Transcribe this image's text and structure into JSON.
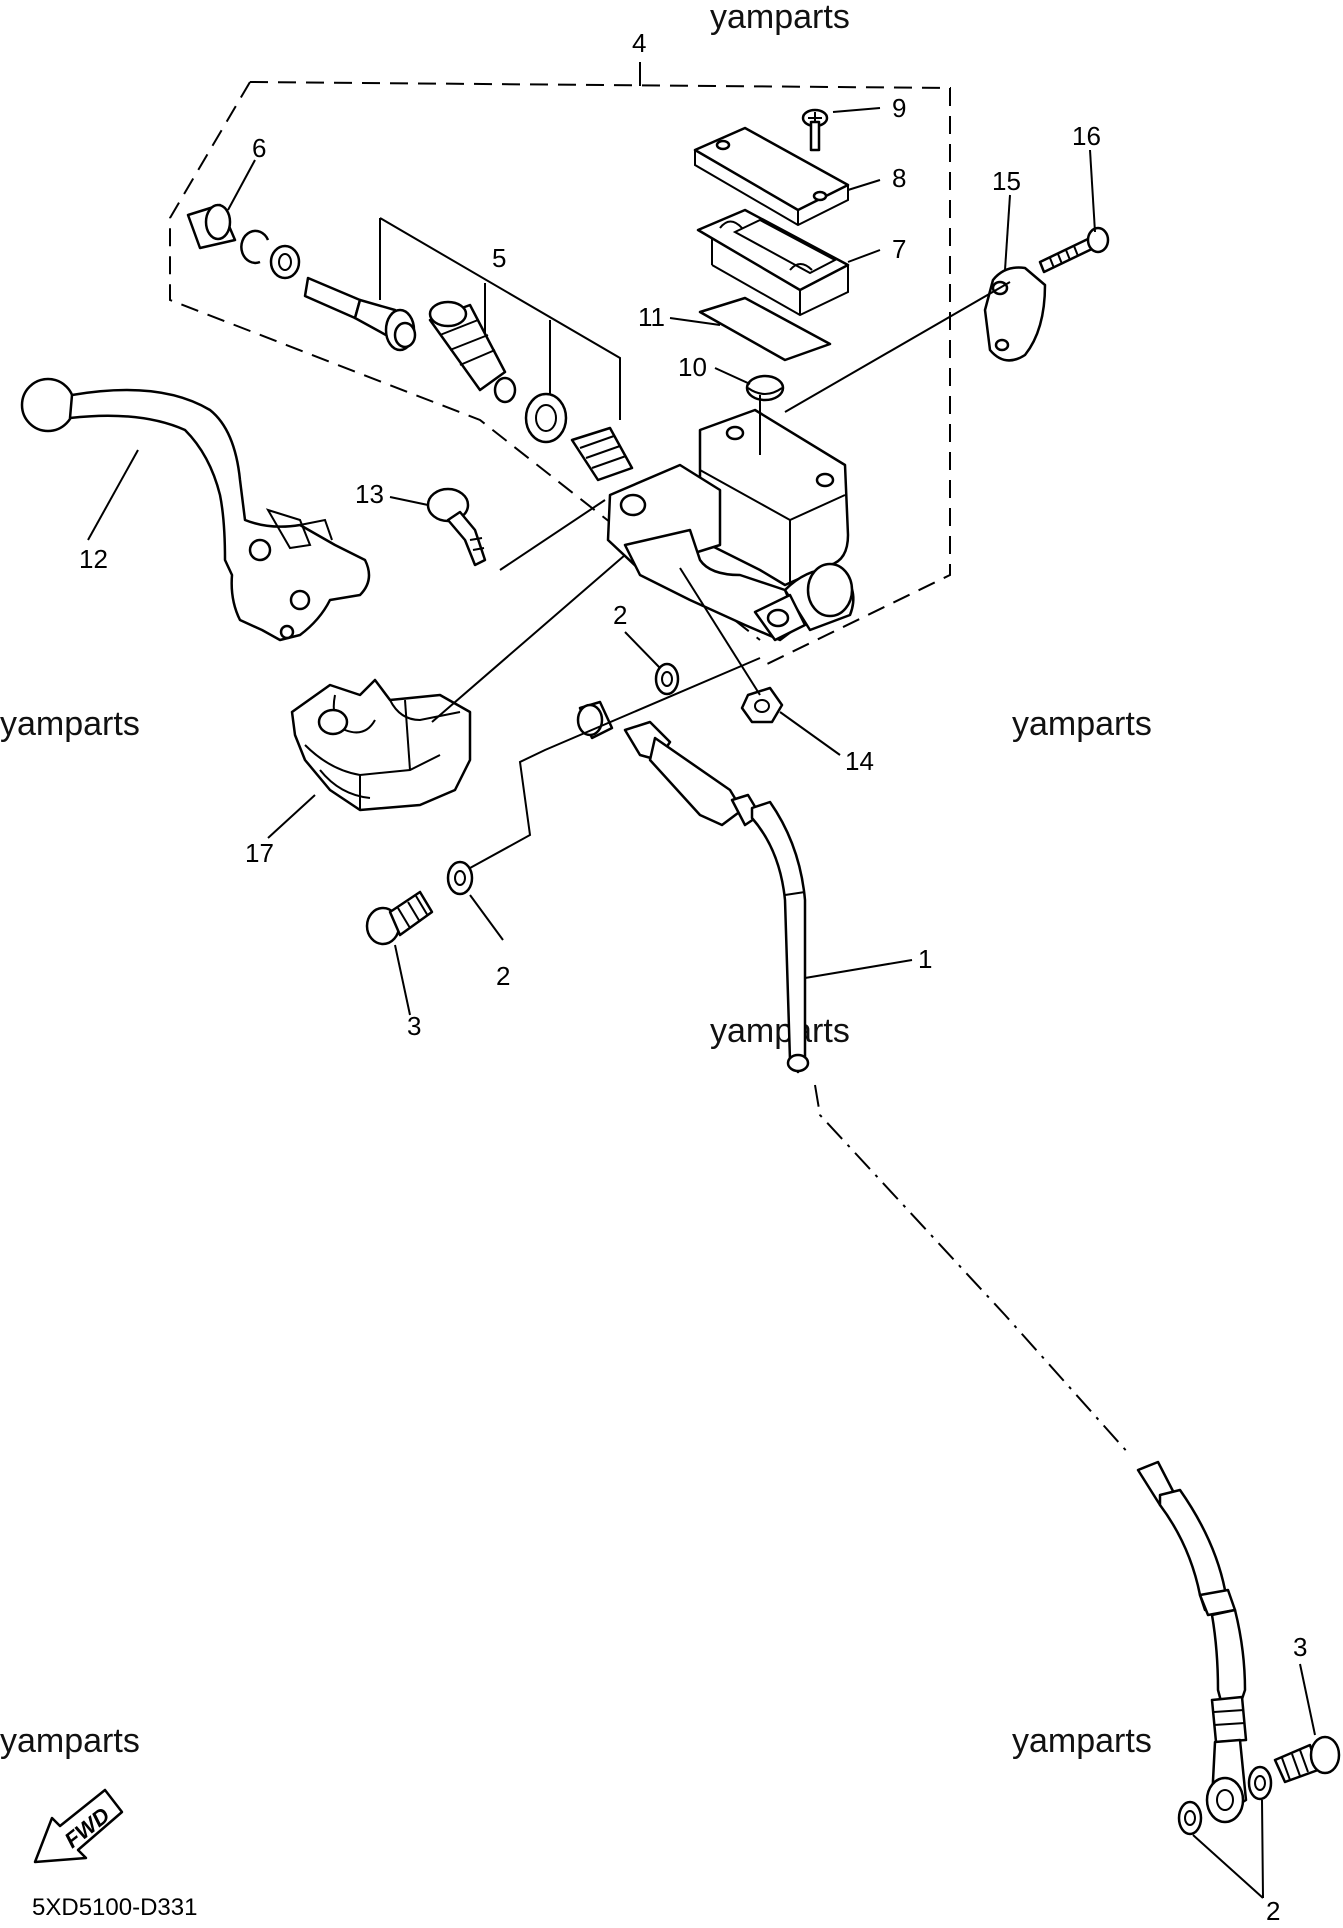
{
  "watermarks": [
    "yamparts",
    "yamparts",
    "yamparts",
    "yamparts",
    "yamparts",
    "yamparts"
  ],
  "callouts": {
    "hose": "1",
    "copper_washer_left": "2",
    "copper_washer_center": "2",
    "copper_washer_bottom": "2",
    "union_bolt_left": "3",
    "union_bolt_right": "3",
    "master_cylinder_kit": "4",
    "master_cylinder_piston_set": "5",
    "boot": "6",
    "diaphragm": "7",
    "reservoir_cap": "8",
    "screw_small": "9",
    "reservoir_float": "10",
    "diaphragm_plate": "11",
    "clutch_lever": "12",
    "lever_pivot_bolt": "13",
    "nut": "14",
    "holder_bracket": "15",
    "bracket_bolt": "16",
    "master_cylinder_body": "17"
  },
  "fwd_label": "FWD",
  "diagram_code": "5XD5100-D331"
}
